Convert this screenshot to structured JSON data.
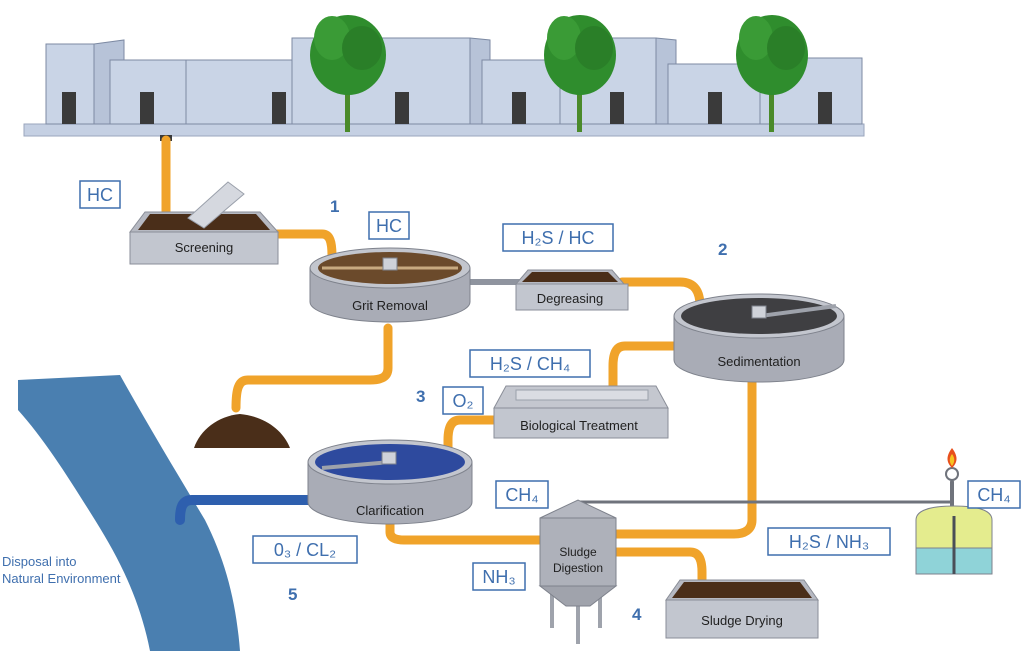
{
  "diagram": {
    "steps": [
      "1",
      "2",
      "3",
      "4",
      "5"
    ],
    "units": {
      "screening": "Screening",
      "grit_removal": "Grit Removal",
      "degreasing": "Degreasing",
      "sedimentation": "Sedimentation",
      "biological_treatment": "Biological Treatment",
      "clarification": "Clarification",
      "sludge_digestion_line1": "Sludge",
      "sludge_digestion_line2": "Digestion",
      "sludge_drying": "Sludge Drying"
    },
    "chemicals": {
      "screening_hc": "HC",
      "grit_hc": "HC",
      "degreasing_gases": "H₂S / HC",
      "biological_gases": "H₂S / CH₄",
      "biological_o2": "O₂",
      "digestion_ch4": "CH₄",
      "flare_ch4": "CH₄",
      "sludge_gases": "H₂S / NH₃",
      "digestion_nh3": "NH₃",
      "clarification_treatment": "0₃ / CL₂"
    },
    "disposal_line1": "Disposal into",
    "disposal_line2": "Natural Environment",
    "colors": {
      "pipe": "#f0a32a",
      "pipe_dark": "#d98a17",
      "label_blue": "#3f6fae",
      "river": "#4a7fb0",
      "building": "#c9d4e6",
      "building_edge": "#8e9bb2",
      "tank_gray": "#a9acb6",
      "tree": "#2f8d2d",
      "sludge": "#4a2e19"
    }
  }
}
